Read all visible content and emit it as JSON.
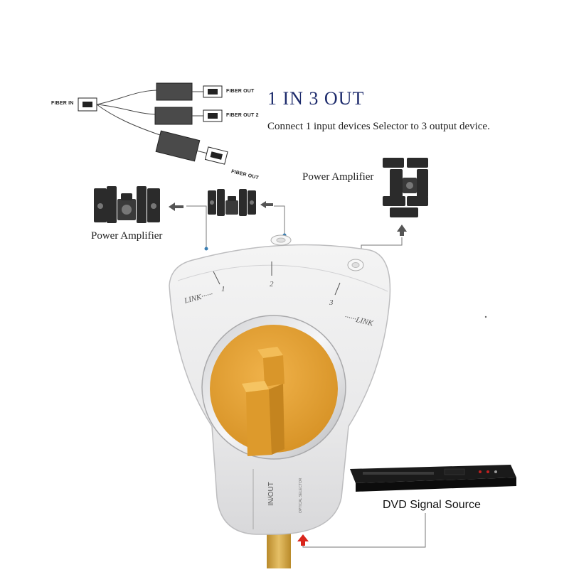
{
  "diagram": {
    "fiber_in": "FIBER IN",
    "fiber_out_1": "FIBER OUT",
    "fiber_out_2": "FIBER OUT 2",
    "fiber_out_3": "FIBER OUT"
  },
  "headline": {
    "title": "1 IN 3 OUT",
    "subtitle": "Connect 1 input devices Selector to 3 output device."
  },
  "labels": {
    "power_amplifier_left": "Power Amplifier",
    "power_amplifier_right": "Power Amplifier",
    "dvd_source": "DVD Signal Source"
  },
  "device": {
    "port_link_left": "LINK",
    "port_link_right": "LINK",
    "position_1": "1",
    "position_2": "2",
    "position_3": "3",
    "in_out": "IN/OUT",
    "model_text": "OPTICAL SELECTOR"
  },
  "colors": {
    "title": "#1c2a6b",
    "knob": "#e3a33a",
    "arrow_input": "#d9261c",
    "arrow_grey": "#555555",
    "body": "#eeeeee"
  }
}
